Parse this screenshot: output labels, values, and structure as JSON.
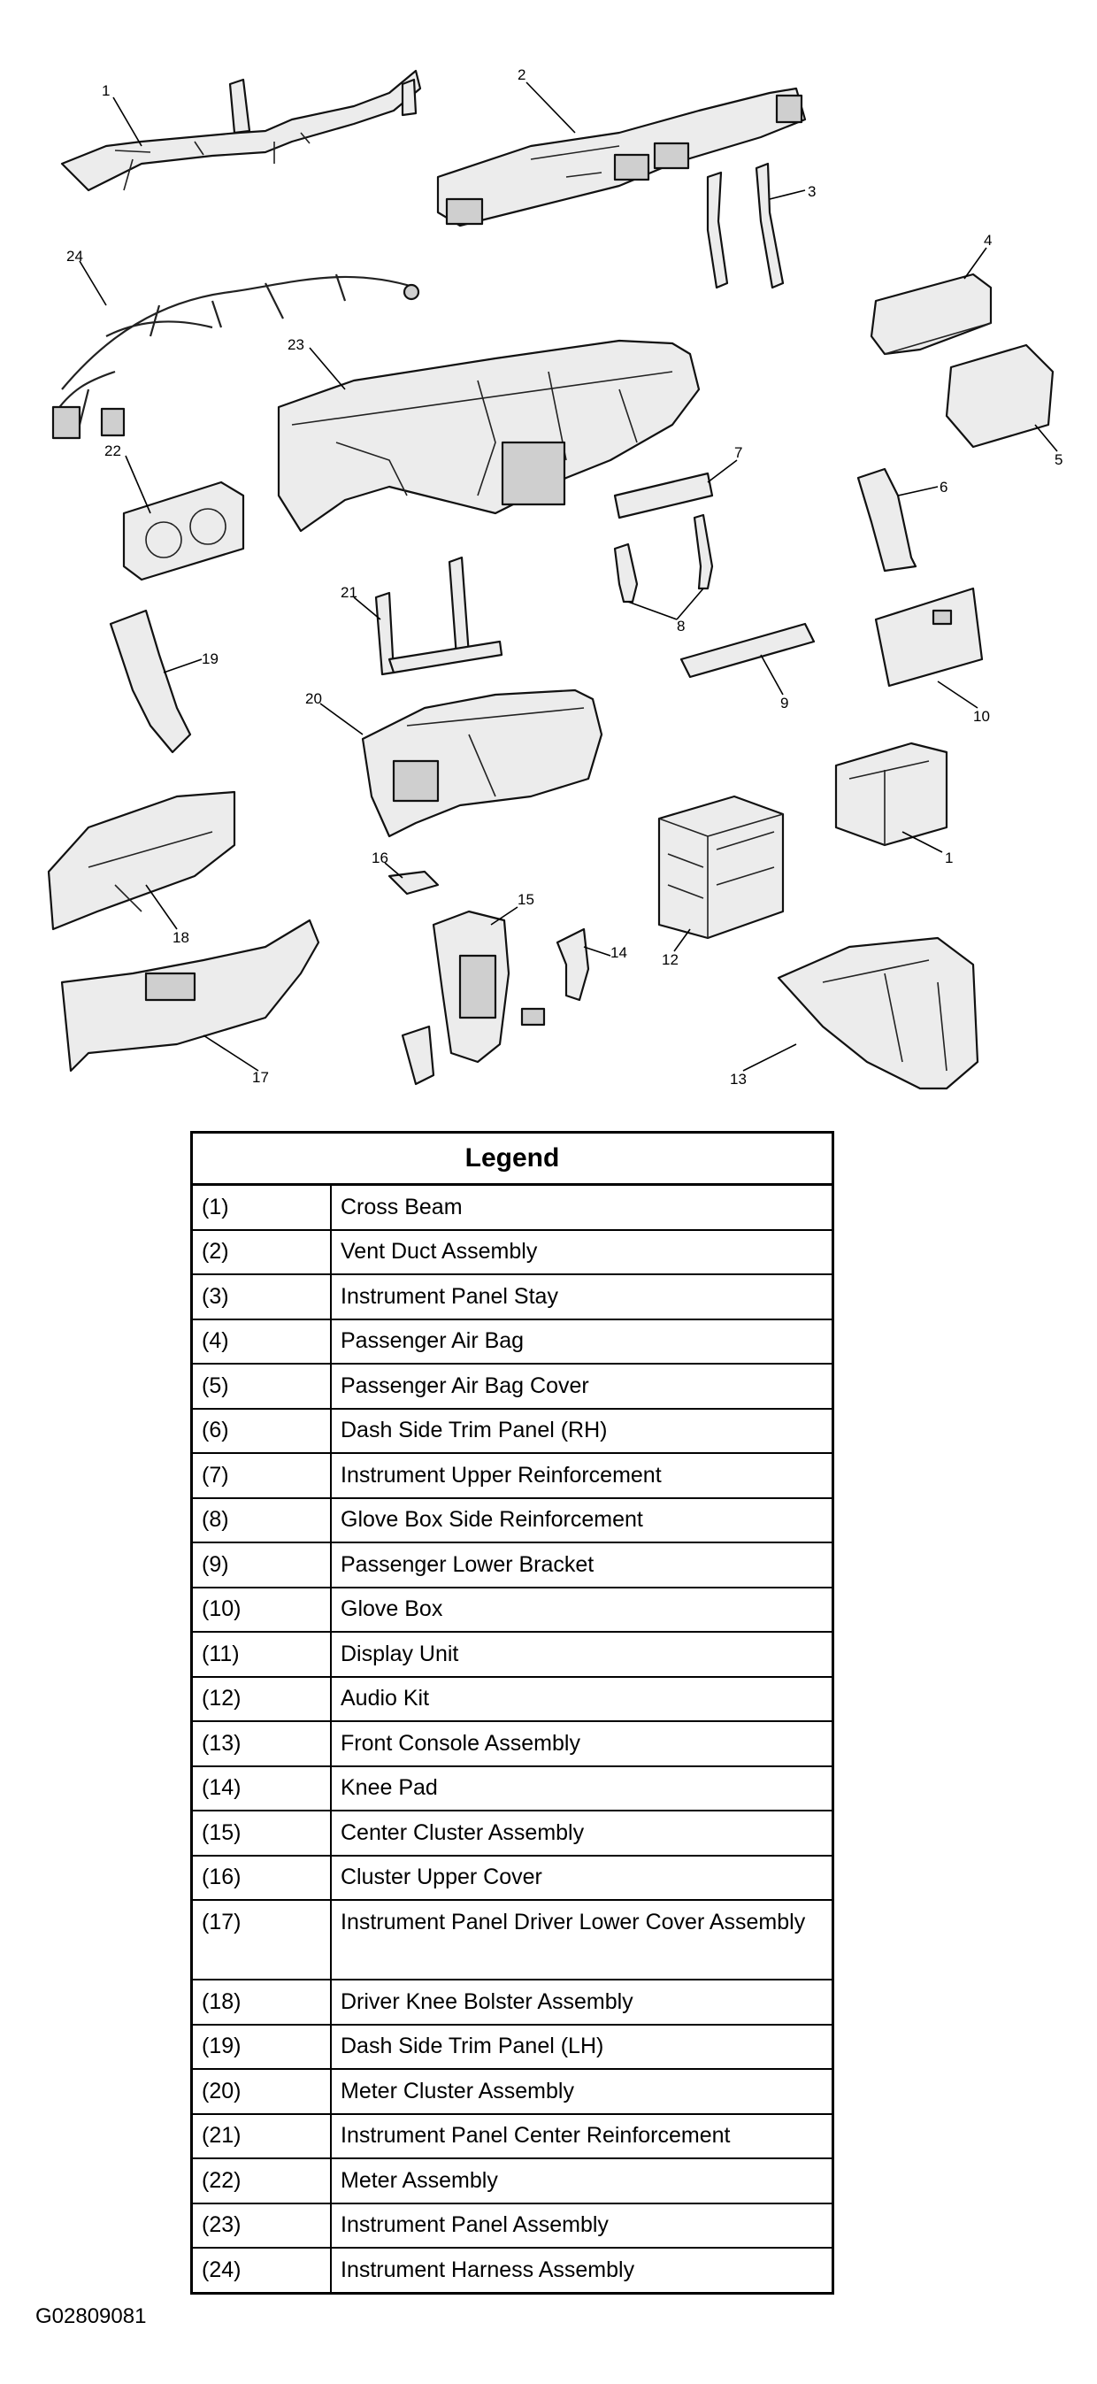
{
  "figure_id": "G02809081",
  "legend": {
    "title": "Legend",
    "items": [
      {
        "num": "(1)",
        "name": "Cross Beam"
      },
      {
        "num": "(2)",
        "name": "Vent Duct Assembly"
      },
      {
        "num": "(3)",
        "name": "Instrument Panel Stay"
      },
      {
        "num": "(4)",
        "name": "Passenger Air Bag"
      },
      {
        "num": "(5)",
        "name": "Passenger Air Bag Cover"
      },
      {
        "num": "(6)",
        "name": "Dash Side Trim Panel (RH)"
      },
      {
        "num": "(7)",
        "name": "Instrument Upper Reinforcement"
      },
      {
        "num": "(8)",
        "name": "Glove Box Side Reinforcement"
      },
      {
        "num": "(9)",
        "name": "Passenger Lower Bracket"
      },
      {
        "num": "(10)",
        "name": "Glove Box"
      },
      {
        "num": "(11)",
        "name": "Display Unit"
      },
      {
        "num": "(12)",
        "name": "Audio Kit"
      },
      {
        "num": "(13)",
        "name": "Front Console Assembly"
      },
      {
        "num": "(14)",
        "name": "Knee Pad"
      },
      {
        "num": "(15)",
        "name": "Center Cluster Assembly"
      },
      {
        "num": "(16)",
        "name": "Cluster Upper Cover"
      },
      {
        "num": "(17)",
        "name": "Instrument Panel Driver Lower Cover Assembly"
      },
      {
        "num": "(18)",
        "name": "Driver Knee Bolster Assembly"
      },
      {
        "num": "(19)",
        "name": "Dash Side Trim Panel (LH)"
      },
      {
        "num": "(20)",
        "name": "Meter Cluster Assembly"
      },
      {
        "num": "(21)",
        "name": "Instrument Panel Center Reinforcement"
      },
      {
        "num": "(22)",
        "name": "Meter Assembly"
      },
      {
        "num": "(23)",
        "name": "Instrument Panel Assembly"
      },
      {
        "num": "(24)",
        "name": "Instrument Harness Assembly"
      }
    ]
  },
  "callouts": [
    "1",
    "2",
    "3",
    "4",
    "5",
    "6",
    "7",
    "8",
    "9",
    "10",
    "1",
    "12",
    "13",
    "14",
    "15",
    "16",
    "17",
    "18",
    "19",
    "20",
    "21",
    "22",
    "23",
    "24"
  ]
}
